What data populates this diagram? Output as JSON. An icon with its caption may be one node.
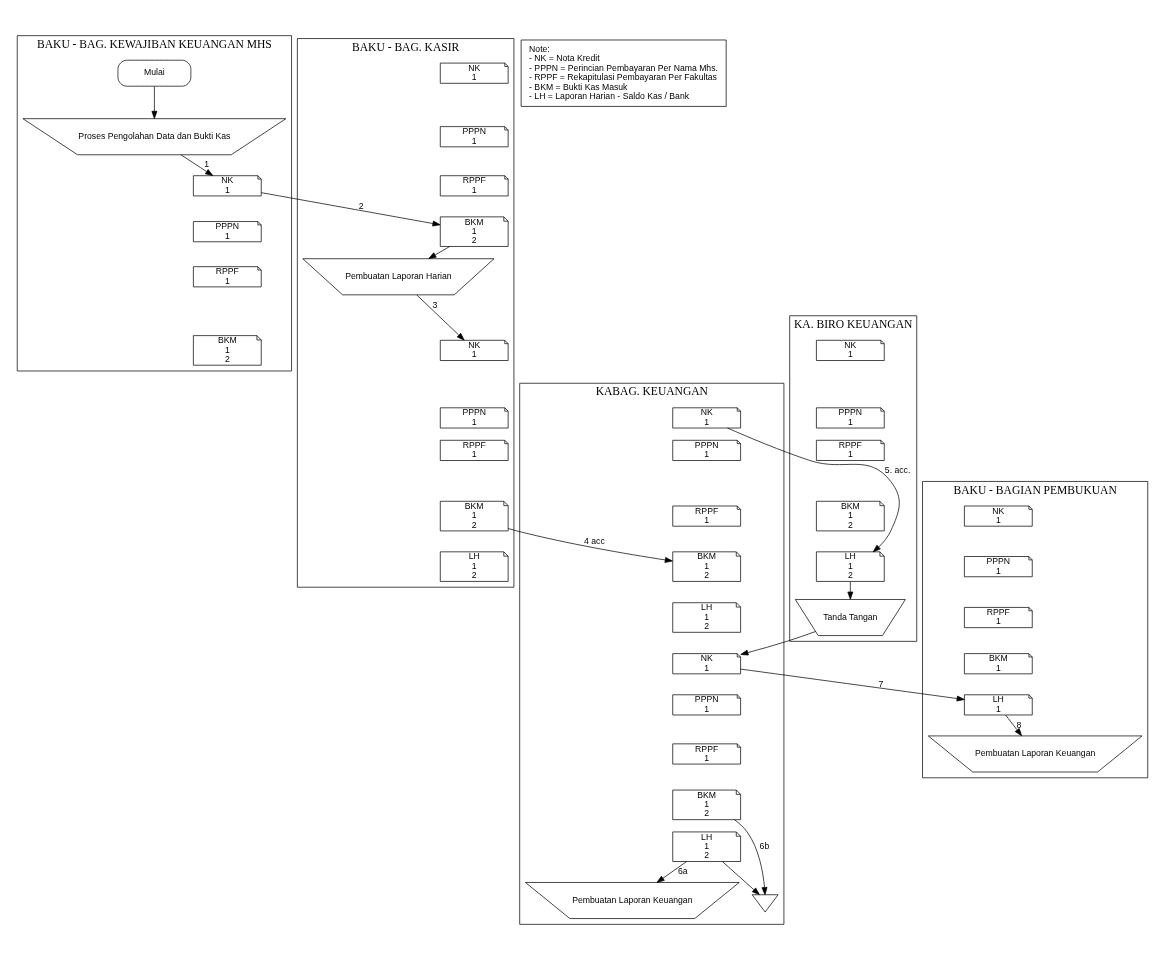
{
  "diagram": {
    "nodes": [
      {
        "text": [
          "BAKU - BAG. KEWAJIBAN KEUANGAN MHS"
        ]
      },
      {
        "text": [
          "Mulai"
        ],
        "in": 0
      },
      {
        "text": [
          "Proses Pengolahan Data dan Bukti Kas"
        ],
        "in": 0
      },
      {
        "text": [
          "NK",
          "1"
        ],
        "in": 0
      },
      {
        "text": [
          "PPPN",
          "1"
        ],
        "in": 0
      },
      {
        "text": [
          "RPPF",
          "1"
        ],
        "in": 0
      },
      {
        "text": [
          "BKM",
          "1",
          "2"
        ],
        "in": 0
      },
      {
        "text": [
          "BAKU - BAG. KASIR"
        ]
      },
      {
        "text": [
          "NK",
          "1"
        ],
        "in": 7
      },
      {
        "text": [
          "PPPN",
          "1"
        ],
        "in": 7
      },
      {
        "text": [
          "RPPF",
          "1"
        ],
        "in": 7
      },
      {
        "text": [
          "BKM",
          "1",
          "2"
        ],
        "in": 7
      },
      {
        "text": [
          "Pembuatan Laporan Harian"
        ],
        "in": 7
      },
      {
        "text": [
          "NK",
          "1"
        ],
        "in": 7
      },
      {
        "text": [
          "PPPN",
          "1"
        ],
        "in": 7
      },
      {
        "text": [
          "RPPF",
          "1"
        ],
        "in": 7
      },
      {
        "text": [
          "BKM",
          "1",
          "2"
        ],
        "in": 7
      },
      {
        "text": [
          "LH",
          "1",
          "2"
        ],
        "in": 7
      },
      {
        "text": [
          "KABAG. KEUANGAN"
        ]
      },
      {
        "text": [
          "NK",
          "1"
        ],
        "in": 18
      },
      {
        "text": [
          "PPPN",
          "1"
        ],
        "in": 18
      },
      {
        "text": [
          "RPPF",
          "1"
        ],
        "in": 18
      },
      {
        "text": [
          "BKM",
          "1",
          "2"
        ],
        "in": 18
      },
      {
        "text": [
          "LH",
          "1",
          "2"
        ],
        "in": 18
      },
      {
        "text": [
          "NK",
          "1"
        ],
        "in": 18
      },
      {
        "text": [
          "PPPN",
          "1"
        ],
        "in": 18
      },
      {
        "text": [
          "RPPF",
          "1"
        ],
        "in": 18
      },
      {
        "text": [
          "BKM",
          "1",
          "2"
        ],
        "in": 18
      },
      {
        "text": [
          "LH",
          "1",
          "2"
        ],
        "in": 18
      },
      {
        "text": [
          "Pembuatan Laporan Keuangan"
        ],
        "in": 18
      },
      {
        "text": [],
        "shape": "triangle",
        "in": 18
      },
      {
        "text": [
          "KA. BIRO KEUANGAN"
        ]
      },
      {
        "text": [
          "NK",
          "1"
        ],
        "in": 31
      },
      {
        "text": [
          "PPPN",
          "1"
        ],
        "in": 31
      },
      {
        "text": [
          "RPPF",
          "1"
        ],
        "in": 31
      },
      {
        "text": [
          "BKM",
          "1",
          "2"
        ],
        "in": 31
      },
      {
        "text": [
          "LH",
          "1",
          "2"
        ],
        "in": 31
      },
      {
        "text": [
          "Tanda Tangan"
        ],
        "in": 31
      },
      {
        "text": [
          "BAKU - BAGIAN PEMBUKUAN"
        ]
      },
      {
        "text": [
          "NK",
          "1"
        ],
        "in": 38
      },
      {
        "text": [
          "PPPN",
          "1"
        ],
        "in": 38
      },
      {
        "text": [
          "RPPF",
          "1"
        ],
        "in": 38
      },
      {
        "text": [
          "BKM",
          "1"
        ],
        "in": 38
      },
      {
        "text": [
          "LH",
          "1"
        ],
        "in": 38
      },
      {
        "text": [
          "Pembuatan Laporan Keuangan"
        ],
        "in": 38
      },
      {
        "text": [
          "Note:",
          "- NK = Nota Kredit",
          "- PPPN = Perincian Pembayaran Per Nama Mhs.",
          "- RPPF = Rekapitulasi Pembayaran Per Fakultas",
          "- BKM = Bukti Kas Masuk",
          "- LH = Laporan Harian - Saldo Kas / Bank"
        ]
      }
    ],
    "edges": [
      {
        "from": 1,
        "to": 2,
        "arrow": "to"
      },
      {
        "from": 2,
        "to": 3,
        "arrow": "to",
        "label": "1"
      },
      {
        "from": 3,
        "to": 11,
        "arrow": "to",
        "label": "2"
      },
      {
        "from": 11,
        "to": 12,
        "arrow": "to"
      },
      {
        "from": 12,
        "to": 13,
        "arrow": "to",
        "label": "3"
      },
      {
        "from": 16,
        "to": 22,
        "arrow": "to",
        "label": "4 acc"
      },
      {
        "from": 19,
        "to": 36,
        "arrow": "to",
        "label": "5. acc."
      },
      {
        "from": 36,
        "to": 37,
        "arrow": "to"
      },
      {
        "from": 37,
        "to": 24,
        "arrow": "to"
      },
      {
        "from": 24,
        "to": 43,
        "arrow": "to",
        "label": "7"
      },
      {
        "from": 43,
        "to": 44,
        "arrow": "to",
        "label": "8"
      },
      {
        "from": 28,
        "to": 29,
        "arrow": "to",
        "label": "6a"
      },
      {
        "from": 27,
        "to": 30,
        "arrow": "to",
        "label": "6b"
      },
      {
        "from": 28,
        "to": 30,
        "arrow": "to"
      }
    ]
  }
}
